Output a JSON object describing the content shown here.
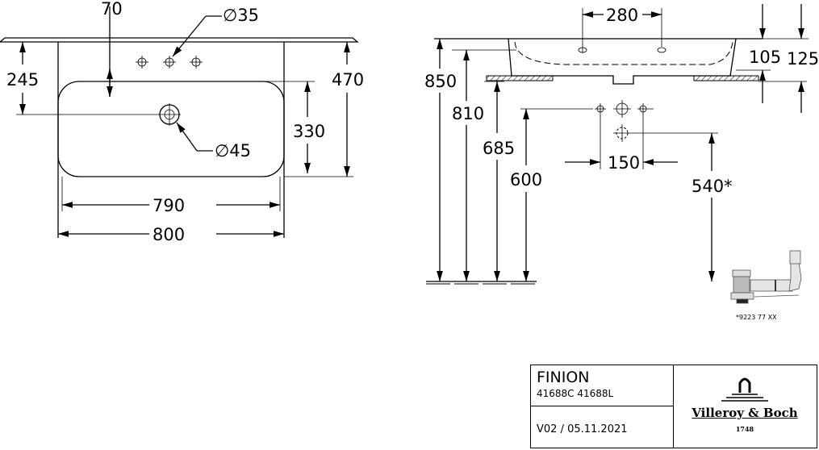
{
  "top_view": {
    "dims": {
      "d70": "70",
      "d35": "∅35",
      "d245": "245",
      "d470": "470",
      "d330": "330",
      "d45": "∅45",
      "d790": "790",
      "d800": "800"
    }
  },
  "side_view": {
    "dims": {
      "d280": "280",
      "d105": "105",
      "d125": "125",
      "d850": "850",
      "d810": "810",
      "d685": "685",
      "d600": "600",
      "d150": "150",
      "d540": "540*"
    }
  },
  "siphon": {
    "code": "*9223 77 XX"
  },
  "title_block": {
    "product": "FINION",
    "codes": "41688C 41688L",
    "version": "V02 / 05.11.2021",
    "brand": "Villeroy & Boch",
    "year": "1748"
  }
}
